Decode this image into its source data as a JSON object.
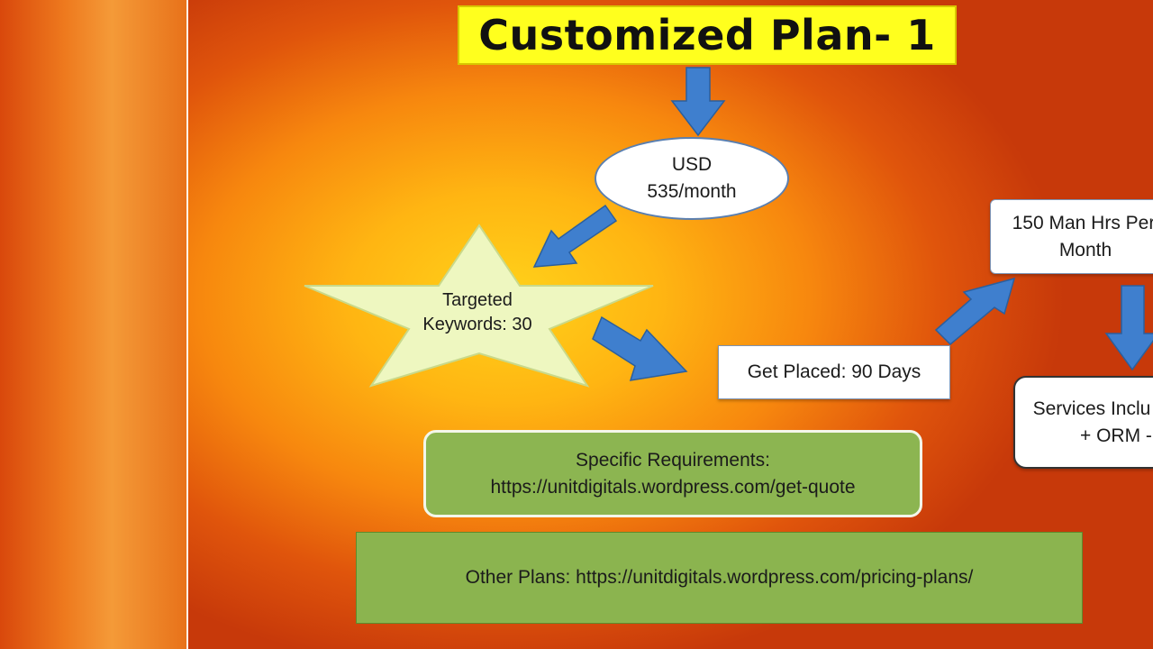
{
  "title": "Customized Plan- 1",
  "price": {
    "line1": "USD",
    "line2": "535/month"
  },
  "keywords": {
    "line1": "Targeted",
    "line2": "Keywords: 30"
  },
  "placement": "Get Placed: 90 Days",
  "man_hours": {
    "line1": "150 Man Hrs Per",
    "line2": "Month"
  },
  "services": {
    "line1": "Services Inclu",
    "line2": "+ ORM -"
  },
  "requirements": {
    "line1": "Specific Requirements:",
    "line2": "https://unitdigitals.wordpress.com/get-quote"
  },
  "other_plans": "Other Plans: https://unitdigitals.wordpress.com/pricing-plans/",
  "colors": {
    "title_bg": "#ffff1e",
    "arrow": "#3f7fce",
    "star_fill": "#eef7c0",
    "green_box": "#8cb551",
    "background_center": "#ffd21a",
    "background_edge": "#c7390a"
  }
}
